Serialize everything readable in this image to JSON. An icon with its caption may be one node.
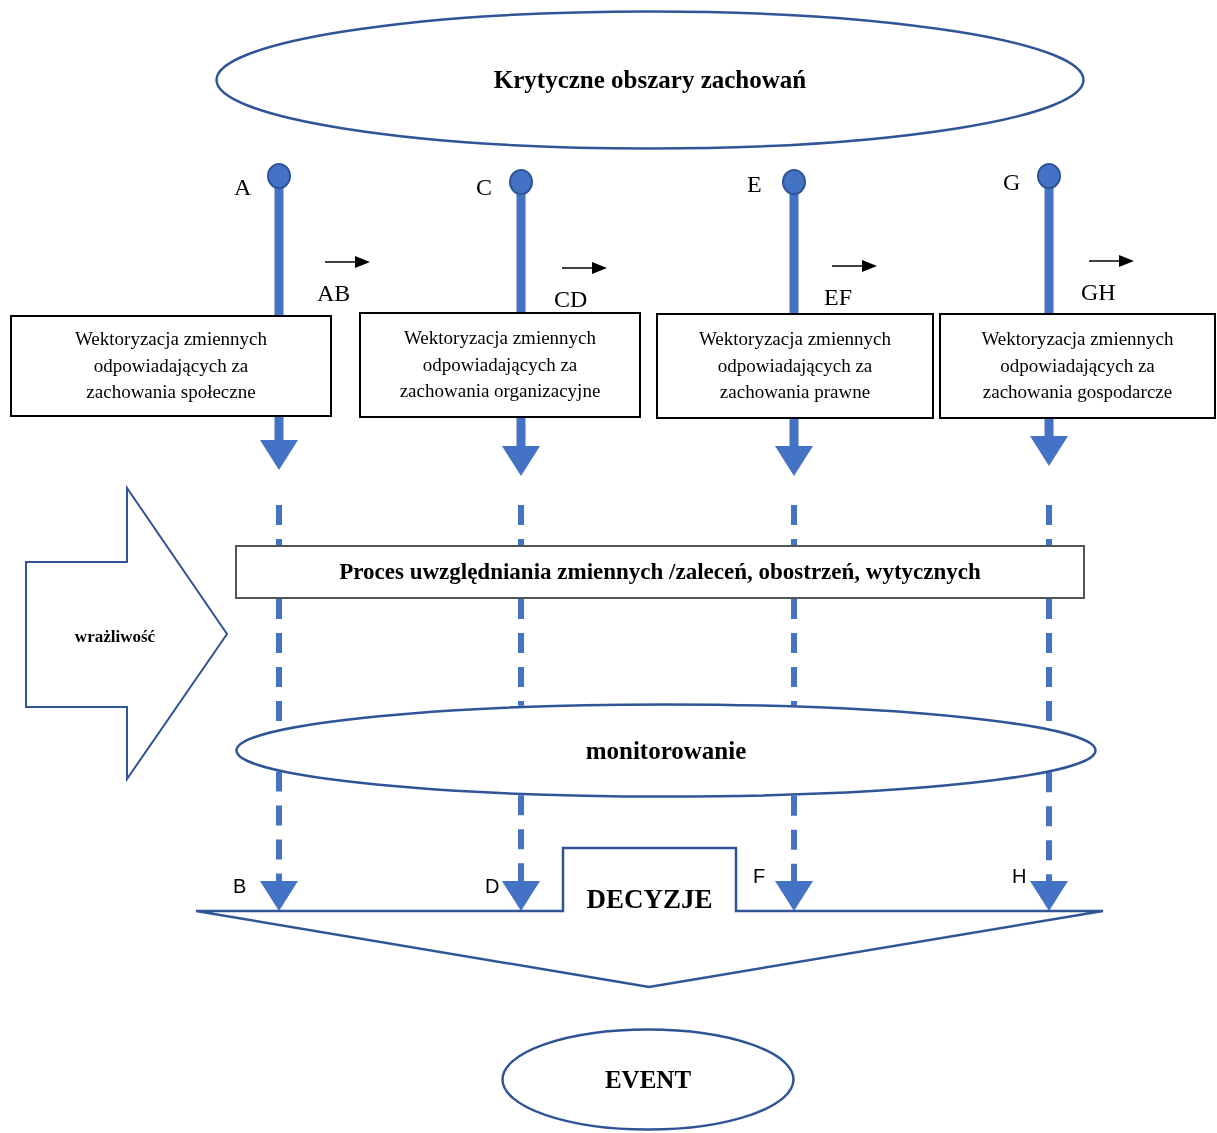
{
  "diagram": {
    "nodes": [
      {
        "text": [
          "Krytyczne obszary zachowań"
        ]
      },
      {
        "text": [
          "Wektoryzacja zmiennych odpowiadających za zachowania społeczne"
        ]
      },
      {
        "text": [
          "Wektoryzacja zmiennych odpowiadających za zachowania organizacyjne"
        ]
      },
      {
        "text": [
          "Wektoryzacja zmiennych odpowiadających za zachowania prawne"
        ]
      },
      {
        "text": [
          "Wektoryzacja zmiennych odpowiadających za zachowania gospodarcze"
        ]
      },
      {
        "text": [
          "Proces uwzględniania zmiennych /zaleceń, obostrzeń, wytycznych"
        ]
      },
      {
        "text": [
          "wrażliwość"
        ]
      },
      {
        "text": [
          "monitorowanie"
        ]
      },
      {
        "text": [
          "DECYZJE"
        ]
      },
      {
        "text": [
          "EVENT"
        ]
      }
    ],
    "edges": [
      {
        "from": 0,
        "to": 1,
        "arrow": "to"
      },
      {
        "from": null,
        "to": 5,
        "arrow": "none",
        "style": "dashed"
      },
      {
        "from": 5,
        "to": 7,
        "arrow": "none",
        "style": "dashed"
      },
      {
        "from": 7,
        "to": 8,
        "arrow": "to",
        "style": "dashed"
      },
      {
        "from": 0,
        "to": 2,
        "arrow": "to"
      },
      {
        "from": null,
        "to": 5,
        "arrow": "none",
        "style": "dashed"
      },
      {
        "from": 5,
        "to": 7,
        "arrow": "none",
        "style": "dashed"
      },
      {
        "from": 7,
        "to": 8,
        "arrow": "to",
        "style": "dashed"
      },
      {
        "from": 0,
        "to": 3,
        "arrow": "to"
      },
      {
        "from": null,
        "to": 5,
        "arrow": "none",
        "style": "dashed"
      },
      {
        "from": 5,
        "to": 7,
        "arrow": "none",
        "style": "dashed"
      },
      {
        "from": 7,
        "to": 8,
        "arrow": "to",
        "style": "dashed"
      },
      {
        "from": 0,
        "to": 4,
        "arrow": "to"
      },
      {
        "from": null,
        "to": 5,
        "arrow": "none",
        "style": "dashed"
      },
      {
        "from": 5,
        "to": 7,
        "arrow": "none",
        "style": "dashed"
      },
      {
        "from": 7,
        "to": 8,
        "arrow": "to",
        "style": "dashed"
      }
    ],
    "labels": [
      "A",
      "C",
      "E",
      "G",
      "AB",
      "CD",
      "EF",
      "GH",
      "B",
      "D",
      "F",
      "H"
    ]
  }
}
